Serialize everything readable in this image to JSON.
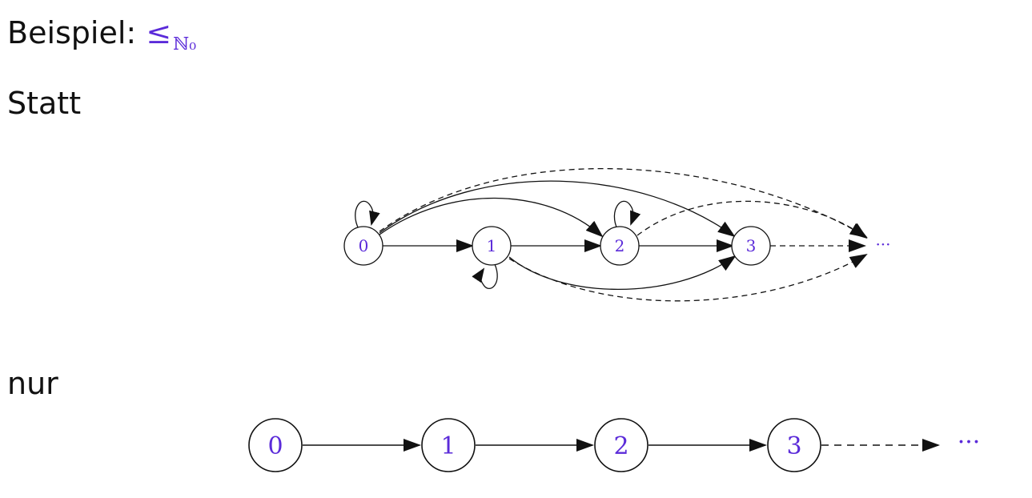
{
  "heading": {
    "prefix": "Beispiel:",
    "relation_symbol": "≤",
    "relation_subscript": "ℕ₀"
  },
  "label_statt": "Statt",
  "label_nur": "nur",
  "colors": {
    "accent": "#5b2bd9",
    "edge": "#111111"
  },
  "diagram_full": {
    "nodes": [
      "0",
      "1",
      "2",
      "3"
    ],
    "ellipsis": "···",
    "loops": [
      "0",
      "1",
      "2"
    ],
    "edges_solid": [
      [
        "0",
        "1"
      ],
      [
        "0",
        "2"
      ],
      [
        "0",
        "3"
      ],
      [
        "1",
        "2"
      ],
      [
        "1",
        "3"
      ],
      [
        "2",
        "3"
      ]
    ],
    "edges_dashed_to_ellipsis": [
      "0",
      "1",
      "2",
      "3"
    ]
  },
  "diagram_reduced": {
    "nodes": [
      "0",
      "1",
      "2",
      "3"
    ],
    "ellipsis": "···",
    "edges_solid": [
      [
        "0",
        "1"
      ],
      [
        "1",
        "2"
      ],
      [
        "2",
        "3"
      ]
    ],
    "edges_dashed_to_ellipsis": [
      "3"
    ]
  }
}
